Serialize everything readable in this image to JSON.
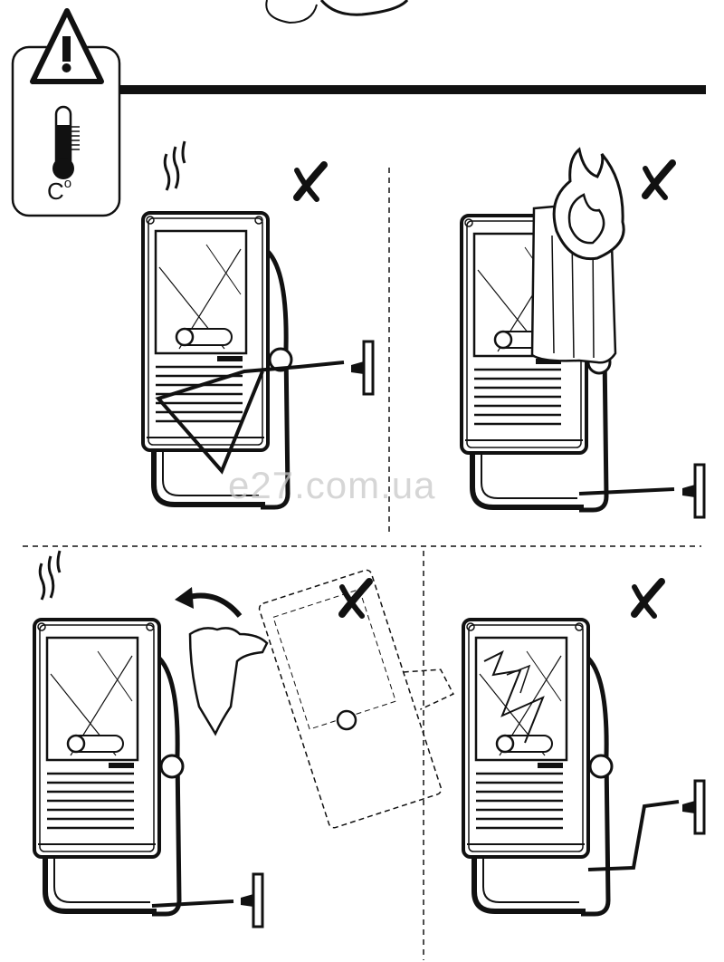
{
  "warning_panel": {
    "icons": [
      "warning-triangle-icon",
      "thermometer-icon"
    ],
    "unit_letter": "C",
    "unit_degree": "o"
  },
  "watermark": "e27.com.ua",
  "panels": [
    {
      "id": "hot-surface-cable-contact",
      "verdict": "x-mark-icon"
    },
    {
      "id": "covering-with-flammable-material",
      "verdict": "x-mark-icon"
    },
    {
      "id": "adjusting-while-hot",
      "verdict": "x-mark-icon"
    },
    {
      "id": "broken-glass",
      "verdict": "x-mark-icon"
    }
  ],
  "colors": {
    "ink": "#111111",
    "background": "#ffffff",
    "watermark": "#c8c8c8"
  }
}
